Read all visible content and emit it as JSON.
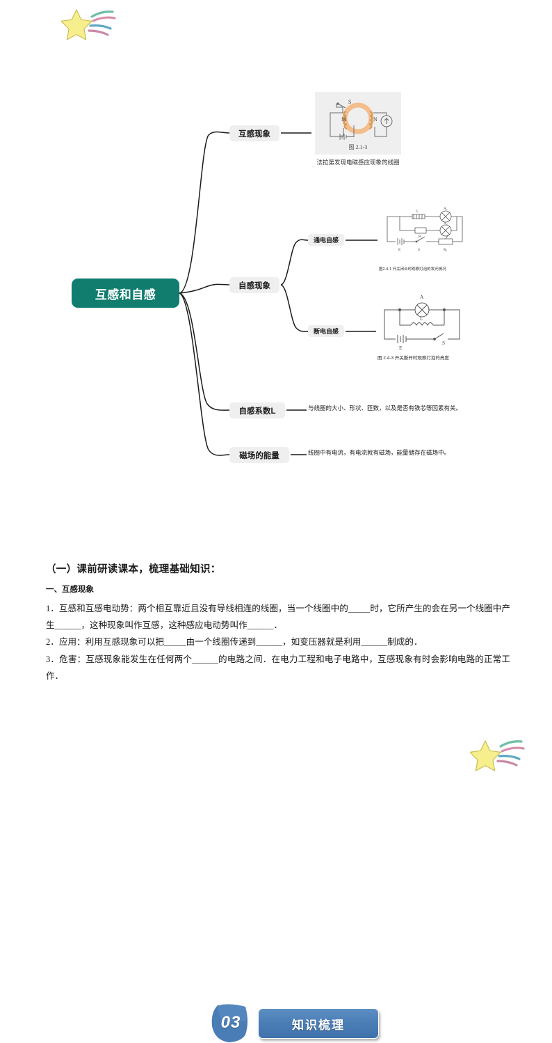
{
  "decor": {
    "star_top": "shooting-star",
    "star_bottom": "shooting-star",
    "star_fill": "#F6EE8C",
    "star_stroke": "#C8B84A"
  },
  "mindmap": {
    "root": {
      "label": "互感和自感",
      "color": "#107D6E"
    },
    "branches": [
      {
        "label": "互感现象",
        "figure": {
          "number": "图 2.1-3",
          "caption": "法拉第发现电磁感应现象的线圈",
          "parts": [
            "S",
            "M",
            "N"
          ]
        }
      },
      {
        "label": "自感现象",
        "children": [
          {
            "label": "通电自感",
            "figure": {
              "caption": "图2.4-1   开关闭合时观察灯泡的发光情况",
              "parts": [
                "L",
                "A₁",
                "A₂",
                "R",
                "E",
                "S",
                "R₁"
              ]
            }
          },
          {
            "label": "断电自感",
            "figure": {
              "caption": "图 2.4-3    开关断开时观察灯泡的亮度",
              "parts": [
                "A",
                "L",
                "E",
                "S"
              ]
            }
          }
        ]
      },
      {
        "label": "自感系数L",
        "note": "与线圈的大小、形状、匝数，以及是否有铁芯等因素有关。"
      },
      {
        "label": "磁场的能量",
        "note": "线圈中有电流，有电流就有磁场，能量储存在磁场中。"
      }
    ]
  },
  "banner": {
    "number": "03",
    "title": "知识梳理",
    "badge_color": "#4A7CB5",
    "plate_color": "#4A7CB5"
  },
  "content": {
    "section_heading": "（一）课前研读课本，梳理基础知识：",
    "topic_heading": "一、互感现象",
    "items": [
      "1．互感和互感电动势：两个相互靠近且没有导线相连的线圈，当一个线圈中的_____时，它所产生的会在另一个线圈中产生______，这种现象叫作互感，这种感应电动势叫作______．",
      "2．应用：利用互感现象可以把_____由一个线圈传递到______，如变压器就是利用______制成的．",
      "3．危害：互感现象能发生在任何两个______的电路之间．在电力工程和电子电路中，互感现象有时会影响电路的正常工作．"
    ]
  }
}
